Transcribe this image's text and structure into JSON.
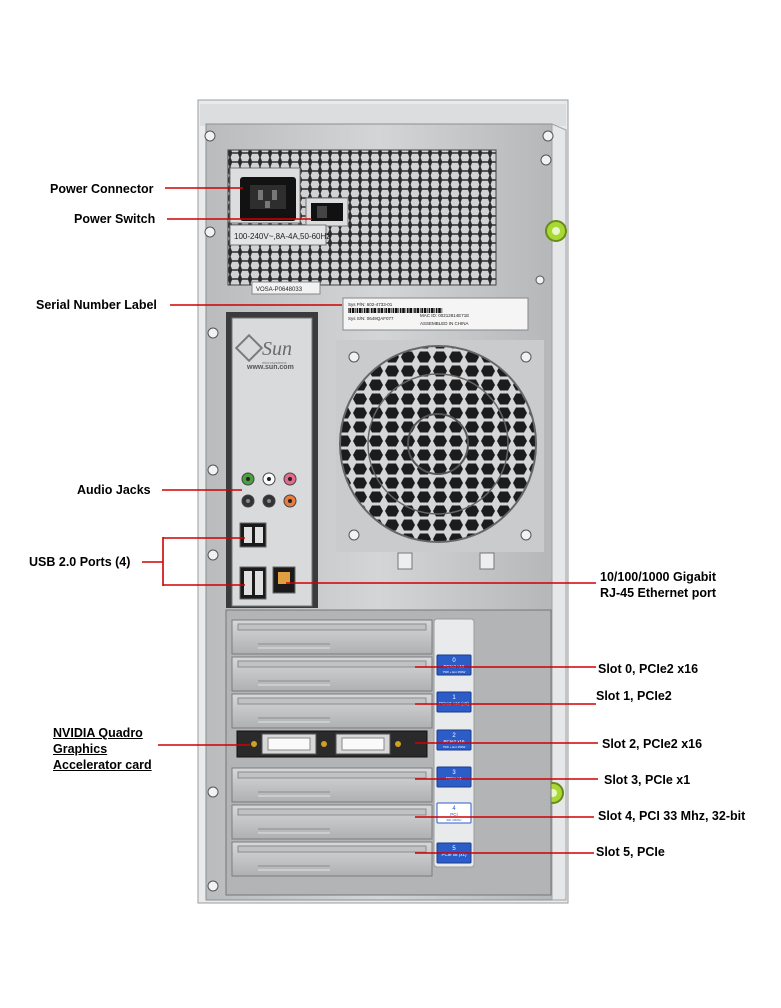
{
  "labels": {
    "power_connector": "Power Connector",
    "power_switch": "Power Switch",
    "serial_number_label": "Serial Number Label",
    "audio_jacks": "Audio Jacks",
    "usb_ports": "USB 2.0 Ports (4)",
    "ethernet_line1": "10/100/1000 Gigabit",
    "ethernet_line2": "RJ-45 Ethernet port",
    "nvidia_line1": "NVIDIA Quadro",
    "nvidia_line2": "Graphics",
    "nvidia_line3": "Accelerator card",
    "slot0": "Slot 0, PCIe2 x16",
    "slot1": "Slot 1, PCIe2",
    "slot2": "Slot 2, PCIe2 x16",
    "slot3": "Slot 3, PCIe x1",
    "slot4": "Slot 4, PCI 33 Mhz, 32-bit",
    "slot5": "Slot 5, PCIe"
  },
  "device": {
    "psu_rating": "100-240V~,8A-4A,50-60Hz",
    "psu_sticker": "VOSA-P0648033",
    "brand": "Sun",
    "brand_tagline": "microsystems",
    "website": "www.sun.com",
    "serial_label_lines": [
      "Sys P/N:  602-4733-01",
      "Sys S/N:  0649QAF077",
      "MAC ID:  00212814E71E",
      "ASSEMBLED IN CHINA"
    ],
    "slot_badges": [
      {
        "num": "0",
        "text": "PCIe2 x16",
        "sub": "75W + Ext 150W"
      },
      {
        "num": "1",
        "text": "PCIe2 x16 (x8)",
        "sub": ""
      },
      {
        "num": "2",
        "text": "PCIe2 x16",
        "sub": "75W + Ext 150W"
      },
      {
        "num": "3",
        "text": "PCIe x1",
        "sub": ""
      },
      {
        "num": "4",
        "text": "PCI",
        "sub": "32b 33MHz"
      },
      {
        "num": "5",
        "text": "PCIe x8 (x1)",
        "sub": ""
      }
    ]
  },
  "colors": {
    "callout_line": "#d00000",
    "chassis": "#c4c6c8",
    "badge_blue": "#2c5cc8"
  }
}
